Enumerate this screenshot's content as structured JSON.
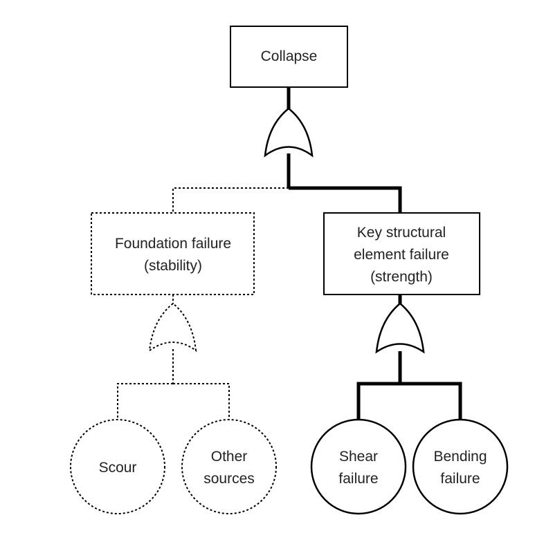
{
  "nodes": {
    "collapse": {
      "label": "Collapse"
    },
    "foundation": {
      "line1": "Foundation failure",
      "line2": "(stability)"
    },
    "structural": {
      "line1": "Key structural",
      "line2": "element failure",
      "line3": "(strength)"
    },
    "scour": {
      "label": "Scour"
    },
    "other": {
      "line1": "Other",
      "line2": "sources"
    },
    "shear": {
      "line1": "Shear",
      "line2": "failure"
    },
    "bending": {
      "line1": "Bending",
      "line2": "failure"
    }
  },
  "gates": [
    {
      "type": "OR",
      "style": "solid",
      "output_of": "collapse"
    },
    {
      "type": "OR",
      "style": "dashed",
      "output_of": "foundation"
    },
    {
      "type": "OR",
      "style": "solid",
      "output_of": "structural"
    }
  ],
  "edges": [
    {
      "from": "collapse",
      "to": "foundation",
      "style": "dashed"
    },
    {
      "from": "collapse",
      "to": "structural",
      "style": "solid"
    },
    {
      "from": "foundation",
      "to": "scour",
      "style": "dashed"
    },
    {
      "from": "foundation",
      "to": "other",
      "style": "dashed"
    },
    {
      "from": "structural",
      "to": "shear",
      "style": "solid"
    },
    {
      "from": "structural",
      "to": "bending",
      "style": "solid"
    }
  ]
}
